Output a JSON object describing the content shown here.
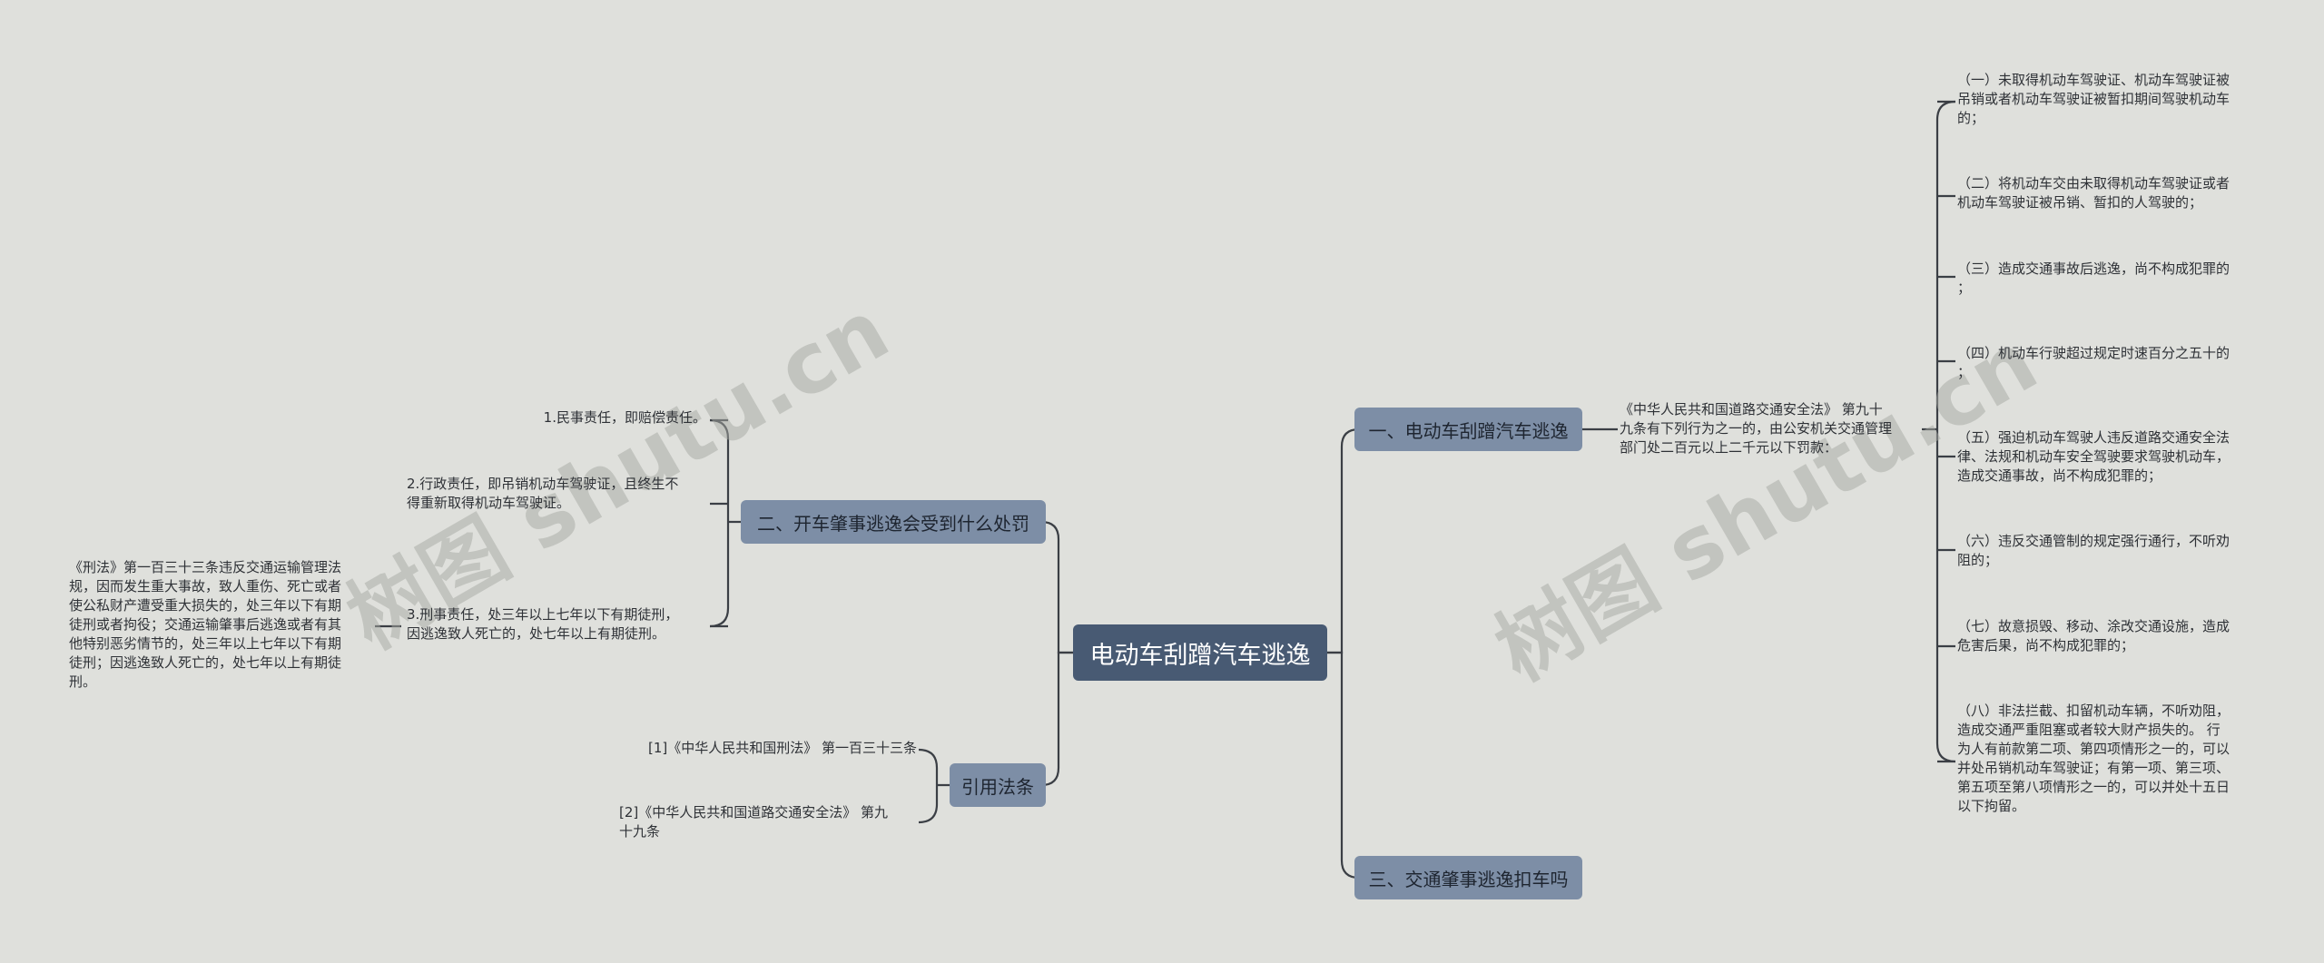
{
  "root": "电动车刮蹭汽车逃逸",
  "branches": {
    "b1": "一、电动车刮蹭汽车逃逸",
    "b2": "二、开车肇事逃逸会受到什么处罚",
    "b3": "三、交通肇事逃逸扣车吗",
    "b4": "引用法条"
  },
  "b1_intro": "《中华人民共和国道路交通安全法》 第九十\n九条有下列行为之一的，由公安机关交通管理\n部门处二百元以上二千元以下罚款：",
  "b1_items": [
    "（一）未取得机动车驾驶证、机动车驾驶证被\n吊销或者机动车驾驶证被暂扣期间驾驶机动车\n的；",
    "（二）将机动车交由未取得机动车驾驶证或者\n机动车驾驶证被吊销、暂扣的人驾驶的；",
    "（三）造成交通事故后逃逸，尚不构成犯罪的\n；",
    "（四）机动车行驶超过规定时速百分之五十的\n；",
    "（五）强迫机动车驾驶人违反道路交通安全法\n律、法规和机动车安全驾驶要求驾驶机动车，\n造成交通事故，尚不构成犯罪的；",
    "（六）违反交通管制的规定强行通行，不听劝\n阻的；",
    "（七）故意损毁、移动、涂改交通设施，造成\n危害后果，尚不构成犯罪的；",
    "（八）非法拦截、扣留机动车辆，不听劝阻，\n造成交通严重阻塞或者较大财产损失的。 行\n为人有前款第二项、第四项情形之一的，可以\n并处吊销机动车驾驶证；有第一项、第三项、\n第五项至第八项情形之一的，可以并处十五日\n以下拘留。"
  ],
  "b2_items": [
    "1.民事责任，即赔偿责任。",
    "2.行政责任，即吊销机动车驾驶证，且终生不\n得重新取得机动车驾驶证。",
    "3.刑事责任，处三年以上七年以下有期徒刑，\n因逃逸致人死亡的，处七年以上有期徒刑。"
  ],
  "b2_sub": "《刑法》第一百三十三条违反交通运输管理法\n规，因而发生重大事故，致人重伤、死亡或者\n使公私财产遭受重大损失的，处三年以下有期\n徒刑或者拘役；交通运输肇事后逃逸或者有其\n他特别恶劣情节的，处三年以上七年以下有期\n徒刑；因逃逸致人死亡的，处七年以上有期徒\n刑。",
  "b4_items": [
    "[1]《中华人民共和国刑法》 第一百三十三条",
    "[2]《中华人民共和国道路交通安全法》 第九\n十九条"
  ],
  "watermark": "树图 shutu.cn",
  "colors": {
    "background": "#dfe0dc",
    "root": "#485a73",
    "branch": "#7d8ea6",
    "line": "#3b3f45"
  }
}
